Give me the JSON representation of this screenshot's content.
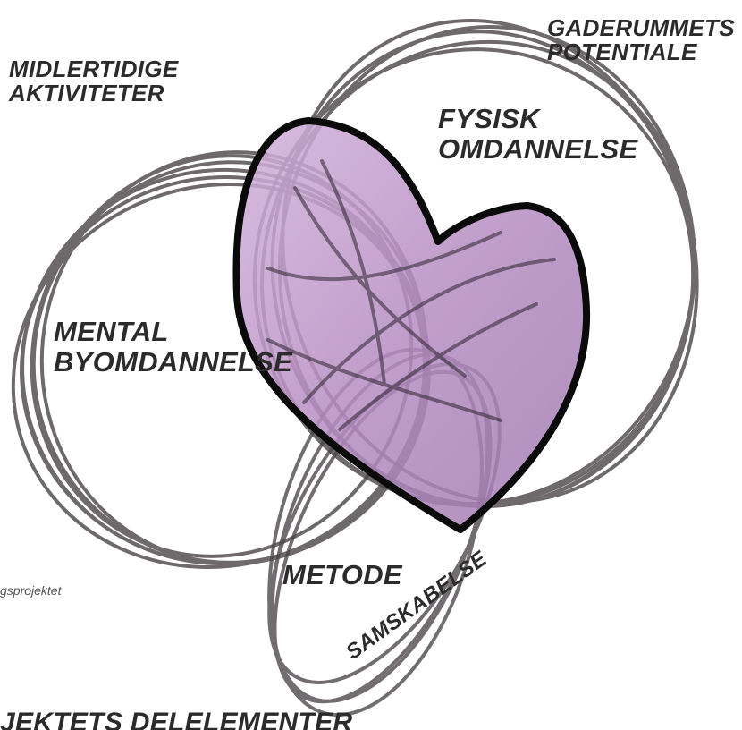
{
  "labels": {
    "gaderum": [
      "GADERUMMETS",
      "POTENTIALE"
    ],
    "midlertidige": [
      "MIDLERTIDIGE",
      "AKTIVITETER"
    ],
    "fysisk": [
      "FYSISK",
      "OMDANNELSE"
    ],
    "mental": [
      "MENTAL",
      "BYOMDANNELSE"
    ],
    "metode": "METODE",
    "samskabelse": "SAMSKABELSE",
    "footer_partial": "JEKTETS DELELEMENTER",
    "side_caption_partial": "gsprojektet"
  },
  "colors": {
    "stroke": "#4a4548",
    "heart_fill": "#b98fc4",
    "heart_outline": "#0a0a0a",
    "text": "#2b2b2b"
  },
  "icons": {
    "heart": "heart-icon"
  }
}
